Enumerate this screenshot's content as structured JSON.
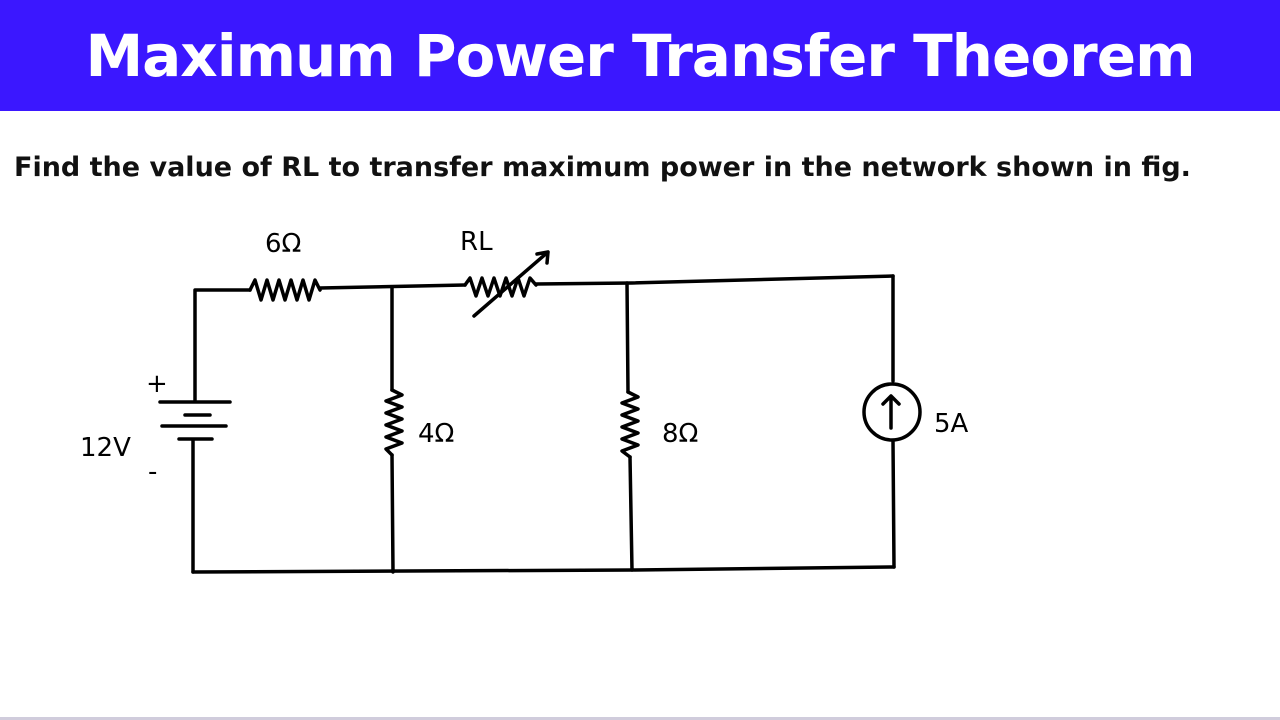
{
  "header": {
    "title": "Maximum Power Transfer Theorem",
    "background_color": "#3b17ff"
  },
  "question": "Find the value of RL to transfer maximum power in the network shown in fig.",
  "circuit": {
    "labels": {
      "r6": "6Ω",
      "rl": "RL",
      "r4": "4Ω",
      "r8": "8Ω",
      "source_v": "12V",
      "plus": "+",
      "minus": "-",
      "source_i": "5A"
    },
    "components": [
      {
        "name": "voltage-source",
        "value": "12V"
      },
      {
        "name": "resistor",
        "value": "6Ω"
      },
      {
        "name": "variable-resistor",
        "value": "RL"
      },
      {
        "name": "resistor",
        "value": "4Ω"
      },
      {
        "name": "resistor",
        "value": "8Ω"
      },
      {
        "name": "current-source",
        "value": "5A"
      }
    ]
  }
}
